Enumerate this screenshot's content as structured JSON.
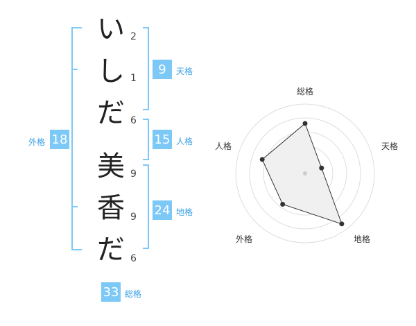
{
  "name": {
    "characters": [
      "い",
      "し",
      "だ",
      "美",
      "香",
      "だ"
    ],
    "counts": [
      "2",
      "1",
      "6",
      "9",
      "9",
      "6"
    ]
  },
  "scores": {
    "tenkaku": {
      "value": "9",
      "label": "天格"
    },
    "jinkaku": {
      "value": "15",
      "label": "人格"
    },
    "chikaku": {
      "value": "24",
      "label": "地格"
    },
    "gaikaku": {
      "value": "18",
      "label": "外格"
    },
    "soukaku": {
      "value": "33",
      "label": "総格"
    }
  },
  "chart_data": {
    "type": "radar",
    "axes": [
      "総格",
      "天格",
      "地格",
      "外格",
      "人格"
    ],
    "values": [
      0.72,
      0.25,
      0.9,
      0.55,
      0.65
    ],
    "colors": {
      "fill": "#f0f0f0",
      "rings": "#dddddd",
      "line": "#333333"
    }
  }
}
